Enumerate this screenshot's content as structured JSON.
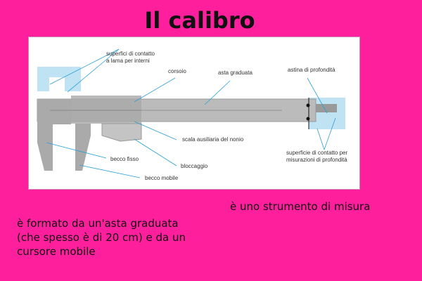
{
  "title": "Il calibro",
  "figure": {
    "labels": {
      "inner_contact_1": "superfici di contatto",
      "inner_contact_2": "a lama per interni",
      "cursor": "corsoio",
      "bar": "asta graduata",
      "depth_rod": "astina di profondità",
      "vernier": "scala ausiliaria del nonio",
      "fixed_jaw": "becco fisso",
      "lock": "bloccaggio",
      "moving_jaw": "becco mobile",
      "depth_contact_1": "superficie di contatto per",
      "depth_contact_2": "misurazioni di profondità"
    },
    "colors": {
      "highlight": "#bfe3f2",
      "leader": "#2a9fd6",
      "steel": "#b9b9b9"
    }
  },
  "text": {
    "definition": "è uno strumento di misura",
    "description": "è formato da un'asta graduata (che spesso è di 20 cm) e da un cursore mobile"
  }
}
